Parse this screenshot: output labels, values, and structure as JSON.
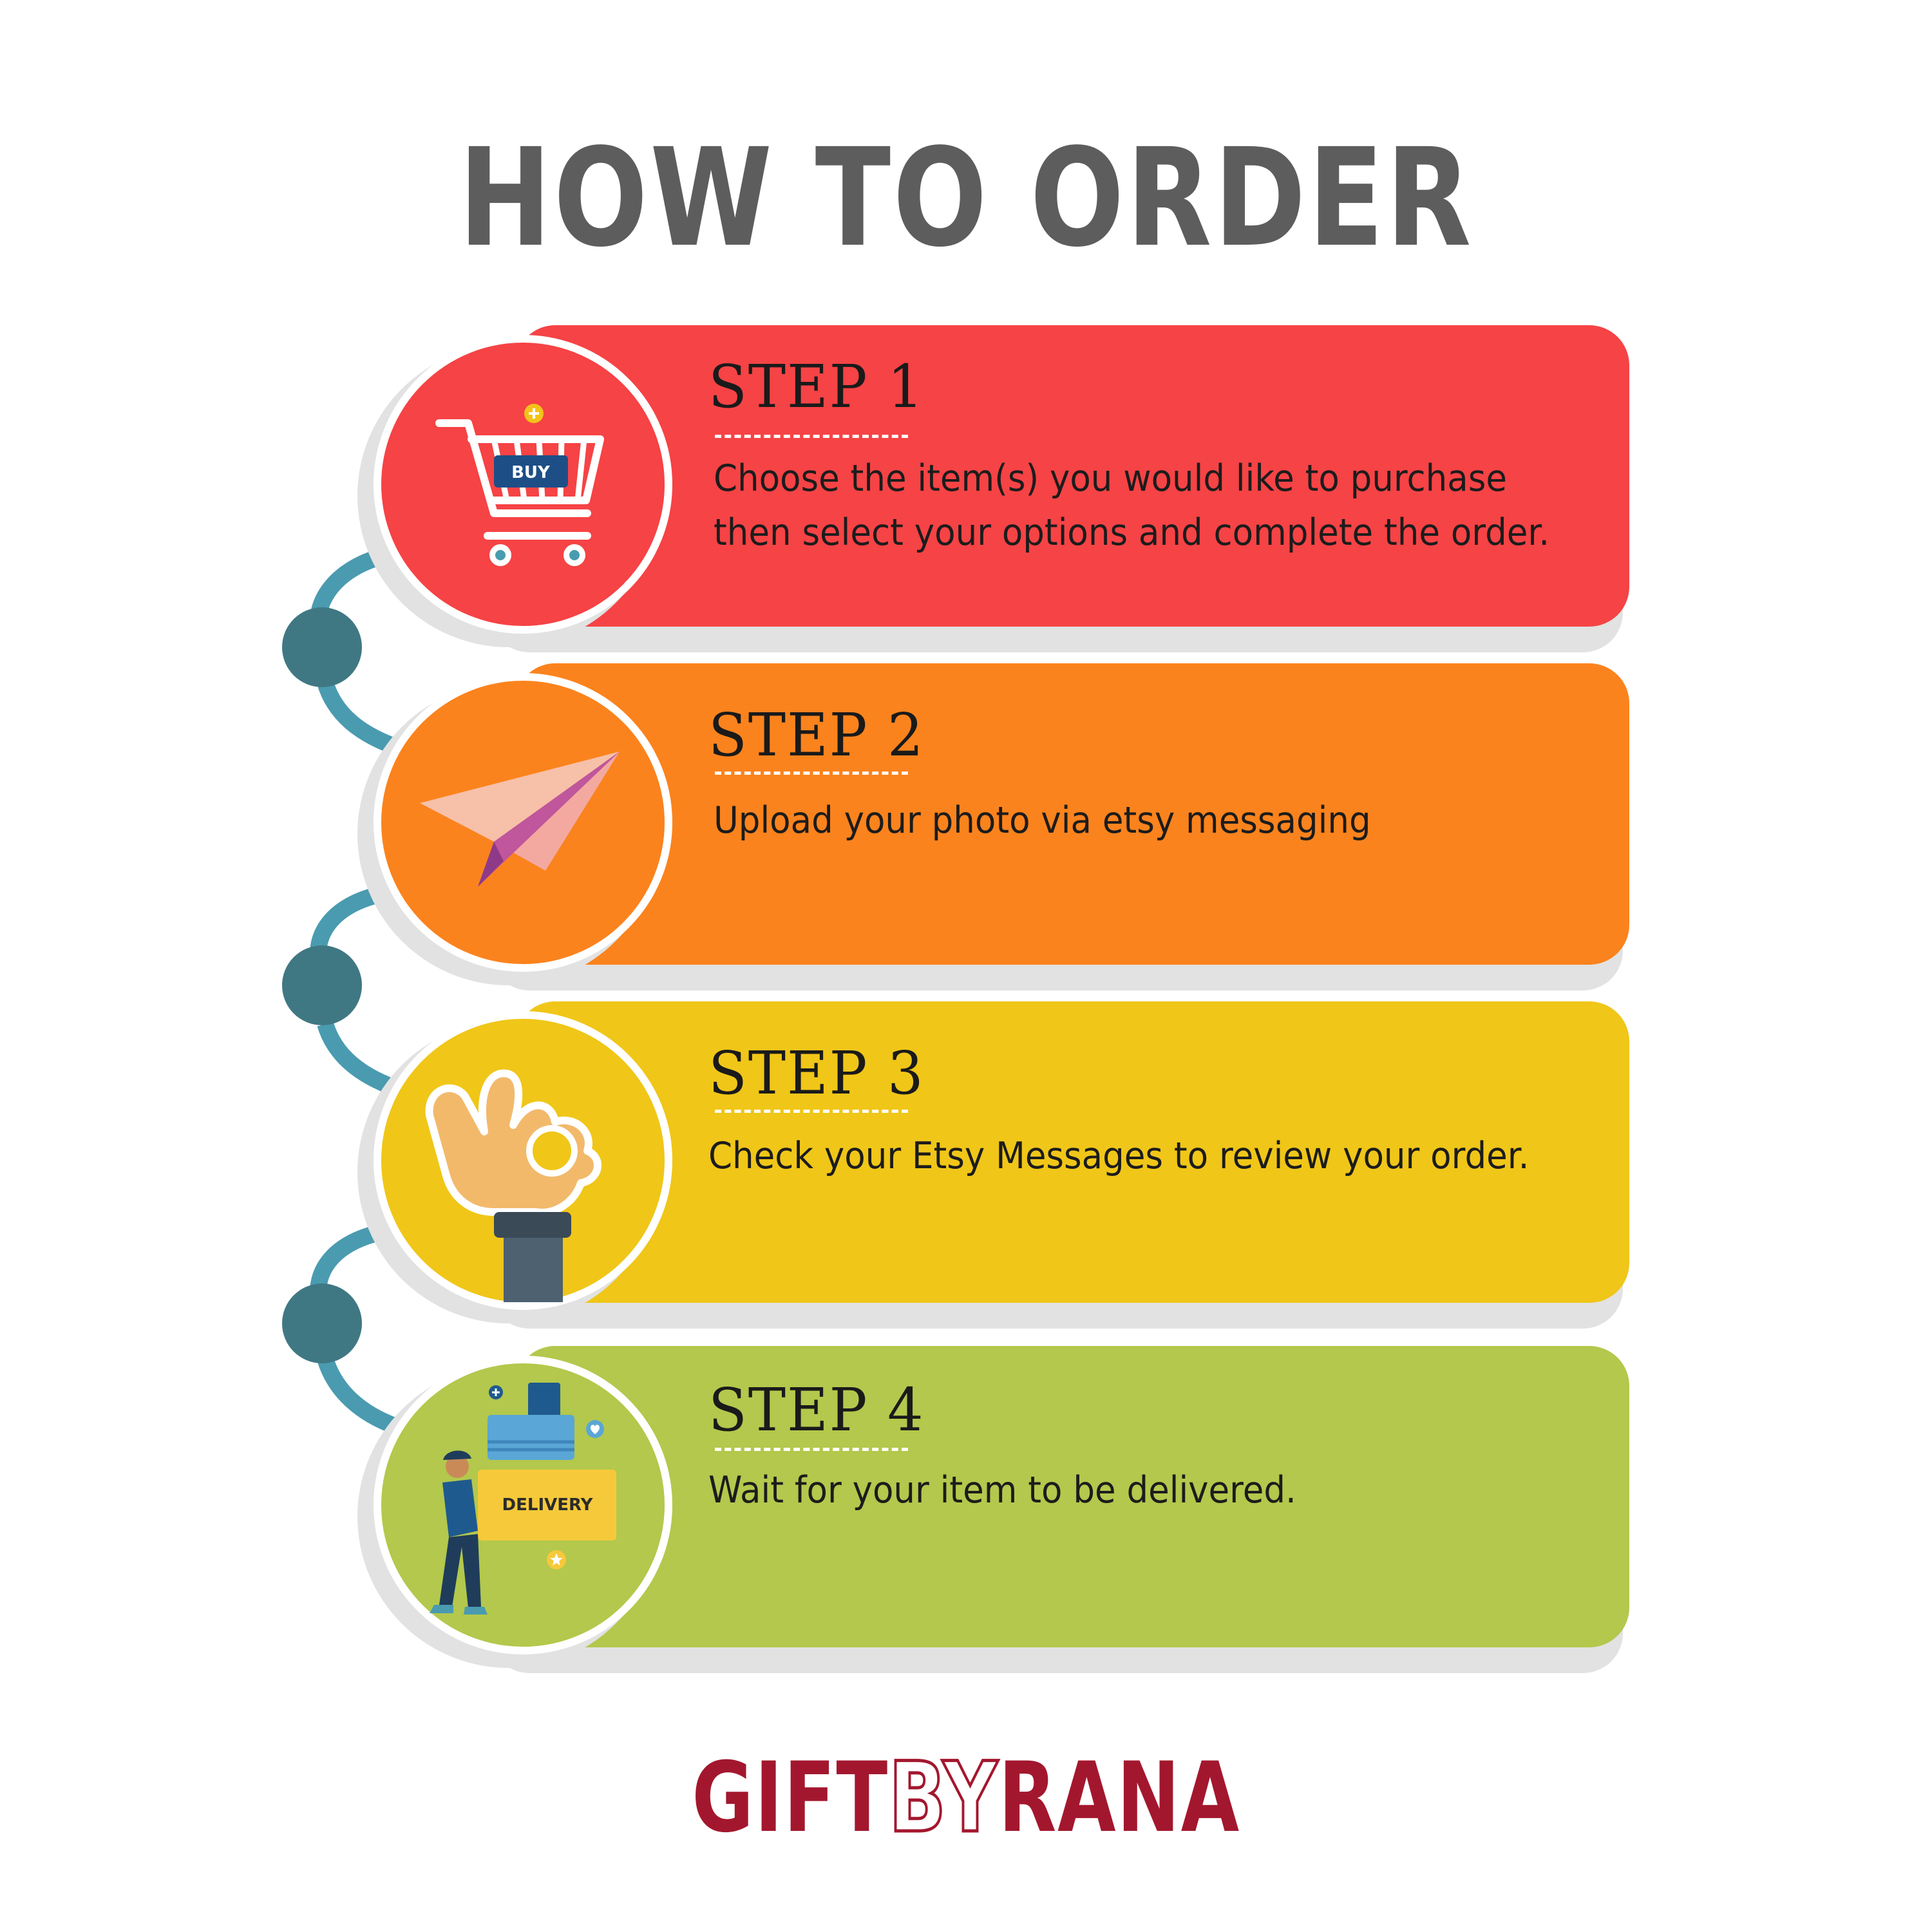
{
  "title": "HOW TO ORDER",
  "steps": [
    {
      "title": "STEP 1",
      "lines": [
        "Choose the item(s) you would like to purchase",
        "then select your options and complete the order."
      ],
      "color": "#f64345",
      "icon": "shopping-cart-icon",
      "icon_label": "BUY"
    },
    {
      "title": "STEP 2",
      "lines": [
        "Upload your photo via etsy messaging"
      ],
      "color": "#fb831d",
      "icon": "paper-plane-icon"
    },
    {
      "title": "STEP 3",
      "lines": [
        "Check your Etsy Messages to review your order."
      ],
      "color": "#f0c618",
      "icon": "ok-hand-icon"
    },
    {
      "title": "STEP 4",
      "lines": [
        "Wait for your item to be delivered."
      ],
      "color": "#b3c84c",
      "icon": "delivery-person-icon",
      "icon_label": "DELIVERY"
    }
  ],
  "brand": {
    "part1": "GIFT",
    "part2": "BY",
    "part3": "RANA",
    "color": "#a3172e"
  },
  "connector_color": "#4a9bb0",
  "node_color": "#3f7883"
}
